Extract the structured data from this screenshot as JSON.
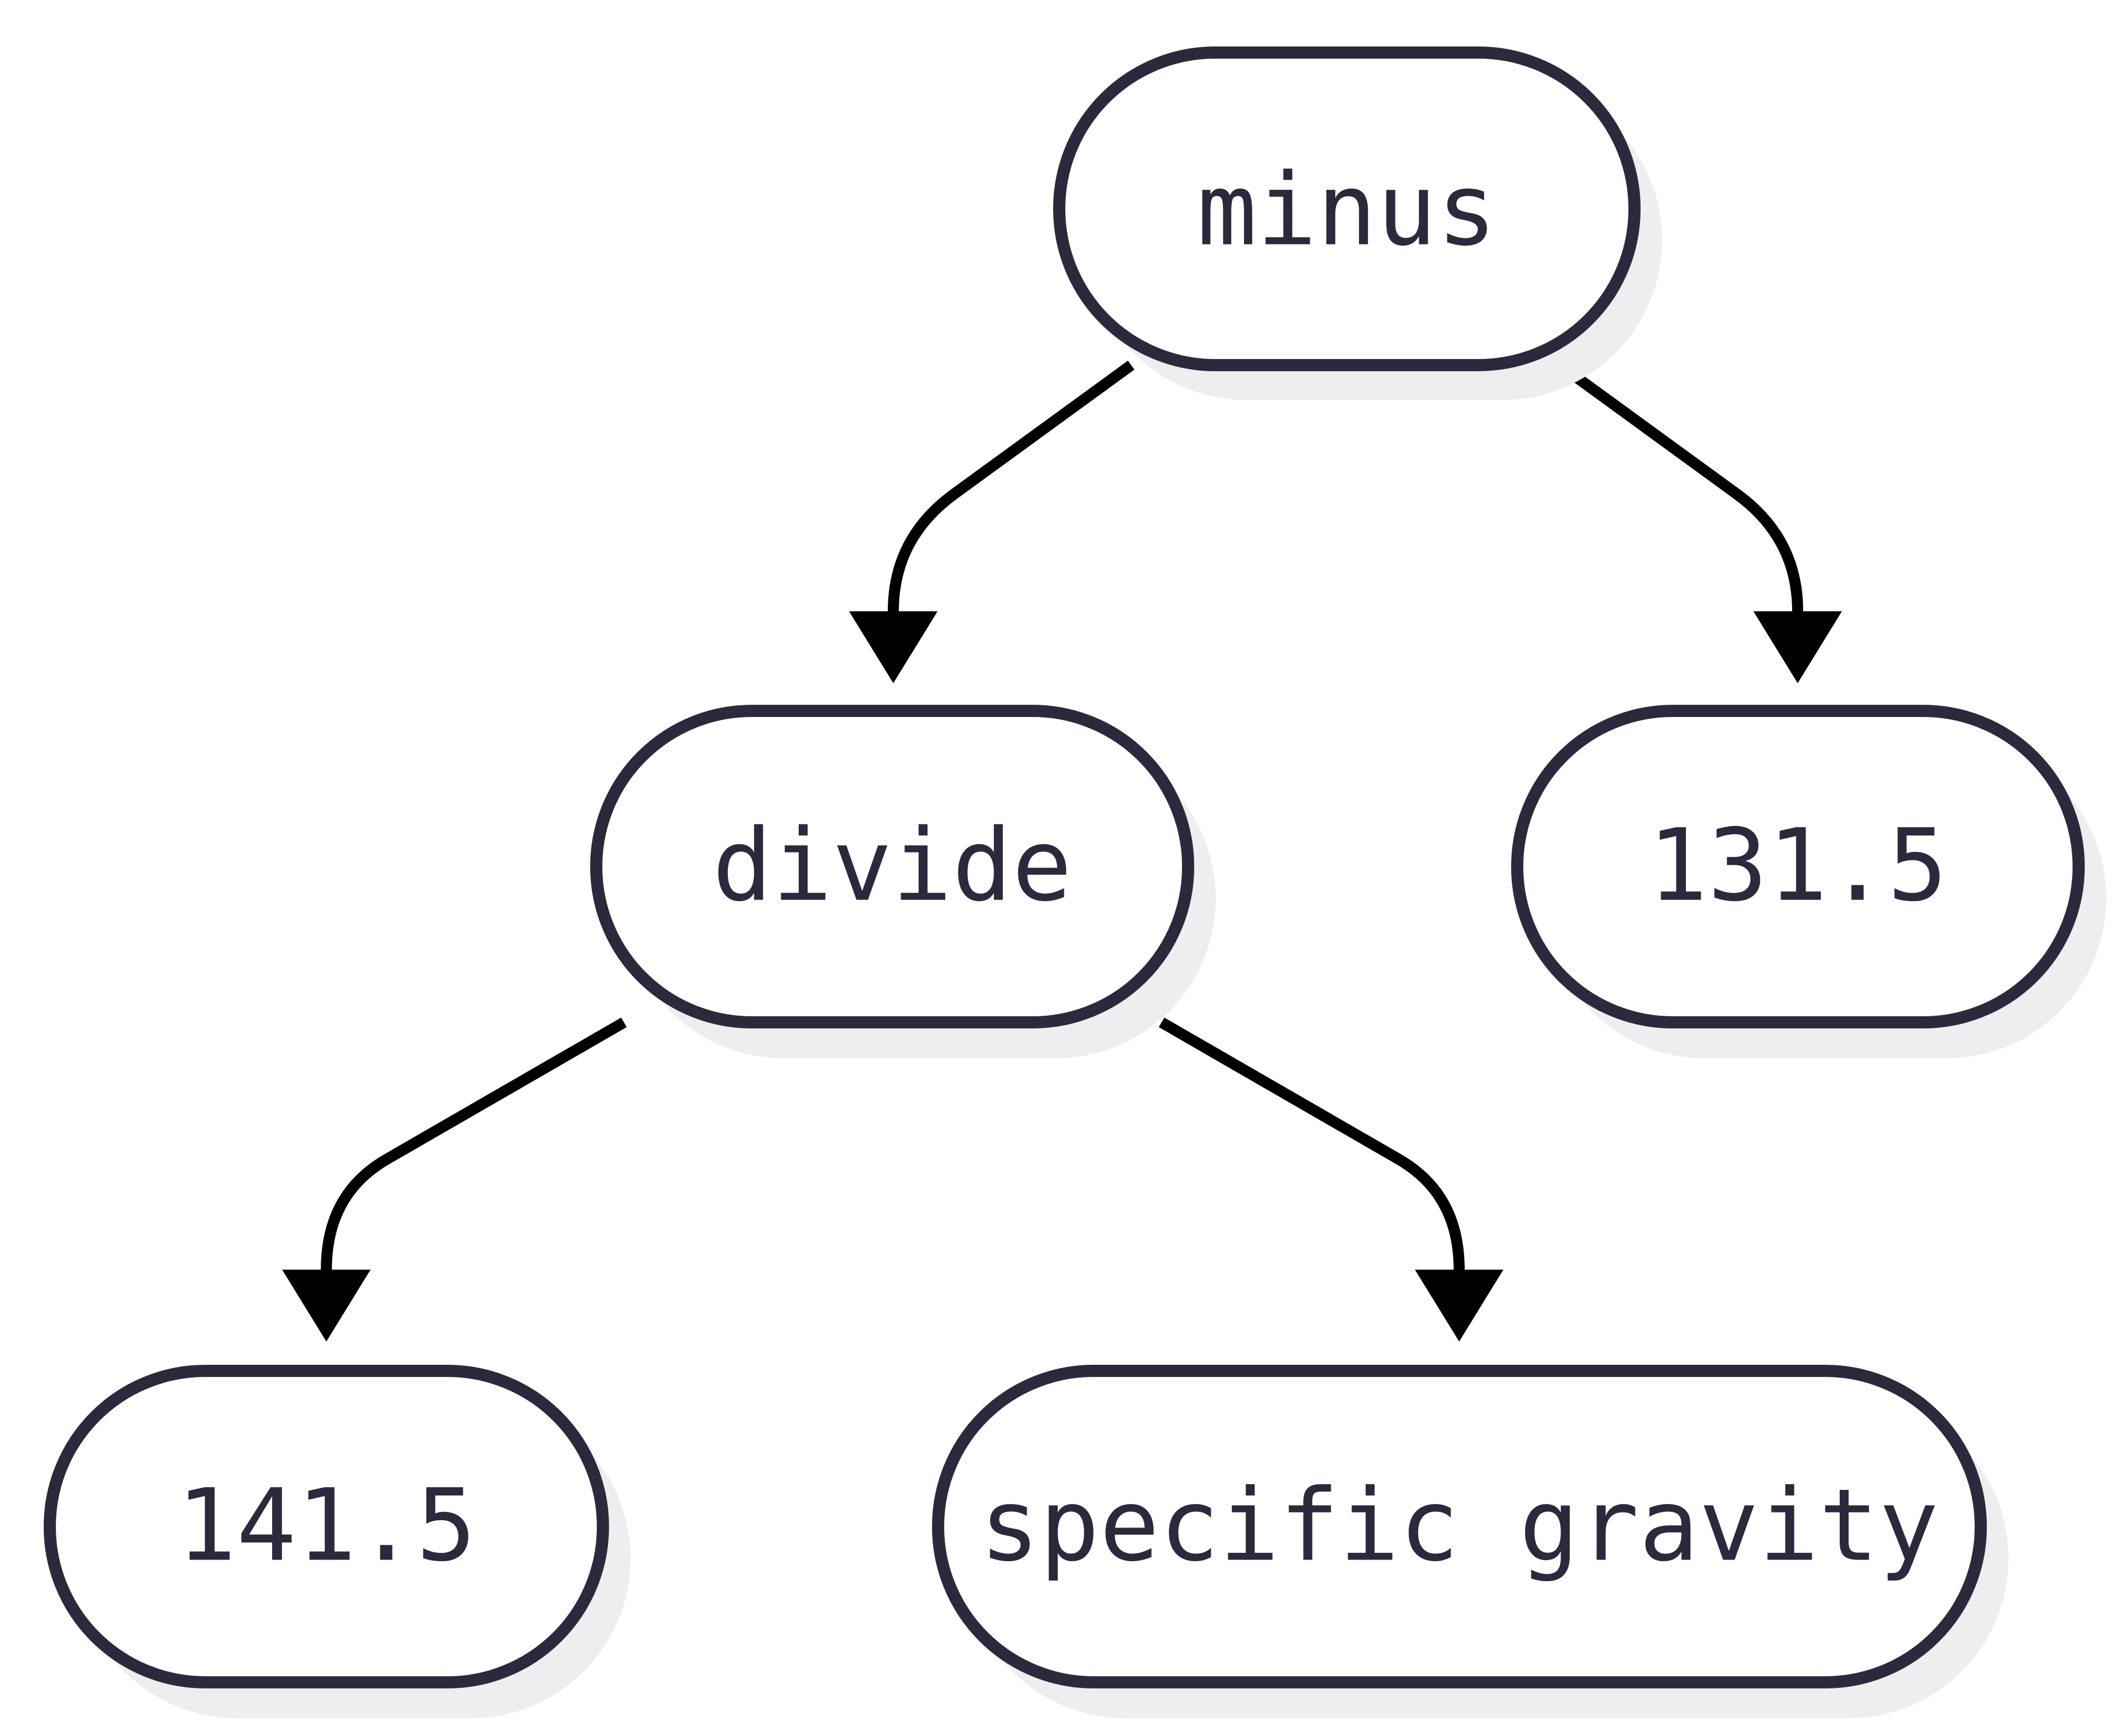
{
  "diagram": {
    "type": "expression-tree",
    "nodes": [
      {
        "id": "minus",
        "label": "minus"
      },
      {
        "id": "divide",
        "label": "divide"
      },
      {
        "id": "n131",
        "label": "131.5"
      },
      {
        "id": "n141",
        "label": "141.5"
      },
      {
        "id": "sg",
        "label": "specific gravity"
      }
    ],
    "edges": [
      {
        "from": "minus",
        "to": "divide"
      },
      {
        "from": "minus",
        "to": "n131"
      },
      {
        "from": "divide",
        "to": "n141"
      },
      {
        "from": "divide",
        "to": "sg"
      }
    ]
  }
}
